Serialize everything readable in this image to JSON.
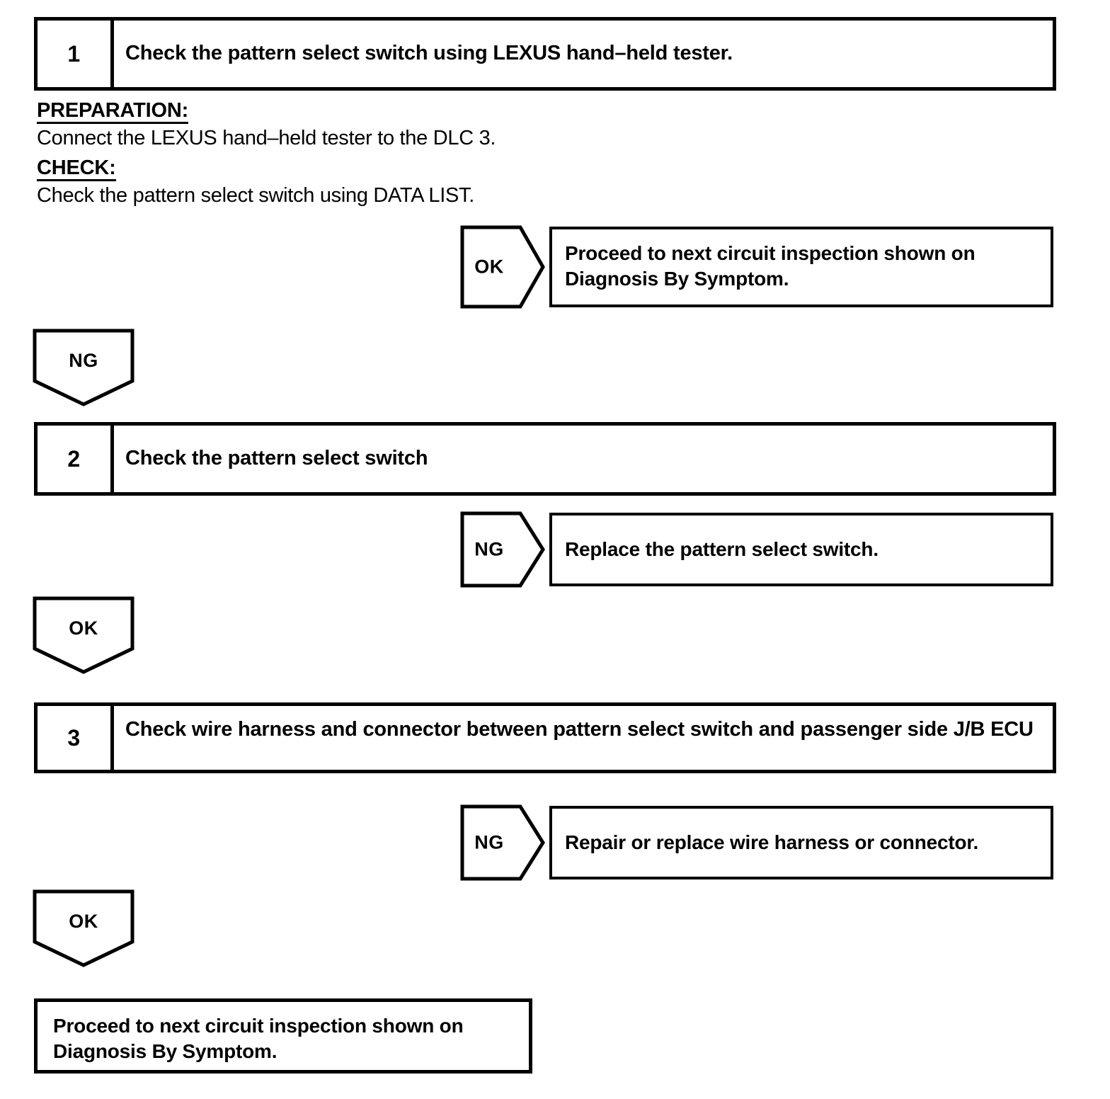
{
  "document": {
    "type": "troubleshooting-flowchart",
    "title": "Pattern Select Switch Circuit Inspection"
  },
  "steps": [
    {
      "number": "1",
      "title": "Check the pattern select switch using LEXUS hand–held tester."
    },
    {
      "number": "2",
      "title": "Check the pattern select switch"
    },
    {
      "number": "3",
      "title": "Check wire harness and connector between pattern select switch and passenger side J/B ECU"
    }
  ],
  "preparation": {
    "preparation_label": "PREPARATION:",
    "preparation_text": "Connect the LEXUS hand–held tester to the DLC 3.",
    "check_label": "CHECK:",
    "check_text": "Check the pattern select switch using DATA LIST."
  },
  "branches": [
    {
      "label": "OK",
      "direction": "right",
      "result_line1": "Proceed to next circuit inspection shown on",
      "result_line2": "Diagnosis By Symptom."
    },
    {
      "label": "NG",
      "direction": "down"
    },
    {
      "label": "NG",
      "direction": "right",
      "result_line1": "Replace the pattern select switch."
    },
    {
      "label": "OK",
      "direction": "down"
    },
    {
      "label": "NG",
      "direction": "right",
      "result_line1": "Repair or replace wire harness or connector."
    },
    {
      "label": "OK",
      "direction": "down"
    }
  ],
  "terminal": {
    "line1": "Proceed to next circuit inspection shown on",
    "line2": "Diagnosis By Symptom."
  },
  "colors": {
    "ink": "#000000",
    "paper": "#ffffff"
  }
}
